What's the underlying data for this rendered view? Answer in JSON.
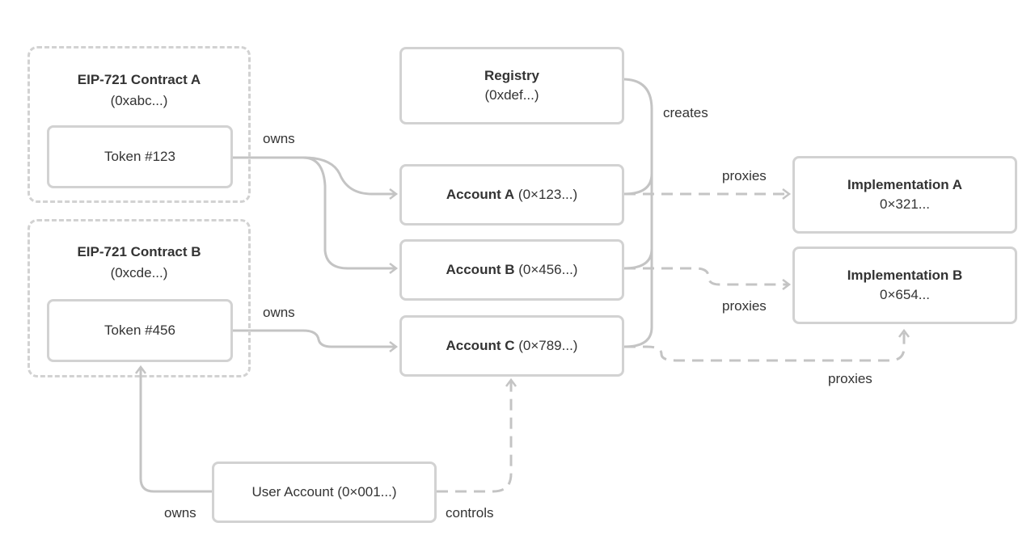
{
  "groups": {
    "contract_a": {
      "name": "EIP-721 Contract A",
      "address": "(0xabc...)"
    },
    "contract_b": {
      "name": "EIP-721 Contract B",
      "address": "(0xcde...)"
    }
  },
  "nodes": {
    "token_123": "Token #123",
    "token_456": "Token #456",
    "registry": {
      "name": "Registry",
      "address": "(0xdef...)"
    },
    "account_a": {
      "name": "Account A",
      "address": "(0×123...)"
    },
    "account_b": {
      "name": "Account B",
      "address": "(0×456...)"
    },
    "account_c": {
      "name": "Account C",
      "address": "(0×789...)"
    },
    "impl_a": {
      "name": "Implementation A",
      "address": "0×321..."
    },
    "impl_b": {
      "name": "Implementation B",
      "address": "0×654..."
    },
    "user_account": "User Account (0×001...)"
  },
  "edge_labels": {
    "owns_token123": "owns",
    "owns_token456": "owns",
    "owns_user": "owns",
    "creates": "creates",
    "proxies_a": "proxies",
    "proxies_b": "proxies",
    "proxies_c": "proxies",
    "controls": "controls"
  },
  "colors": {
    "stroke": "#d2d2d2",
    "wire": "#c4c4c4",
    "text": "#333333"
  }
}
